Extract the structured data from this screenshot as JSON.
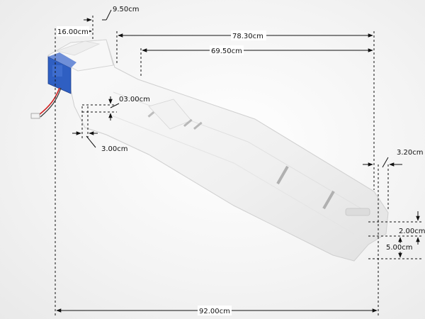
{
  "dimensions": {
    "total_length": "92.00cm",
    "upper_length": "78.30cm",
    "inner_length": "69.50cm",
    "left_width": "16.00cm",
    "top_offset": "9.50cm",
    "drop_height": "03.00cm",
    "bottom_offset": "3.00cm",
    "right_offset": "3.20cm",
    "right_height_small": "2.00cm",
    "right_height_large": "5.00cm"
  },
  "colors": {
    "battery": "#2f5fc2",
    "wire_red": "#d02020",
    "dimension_line": "#111111"
  }
}
